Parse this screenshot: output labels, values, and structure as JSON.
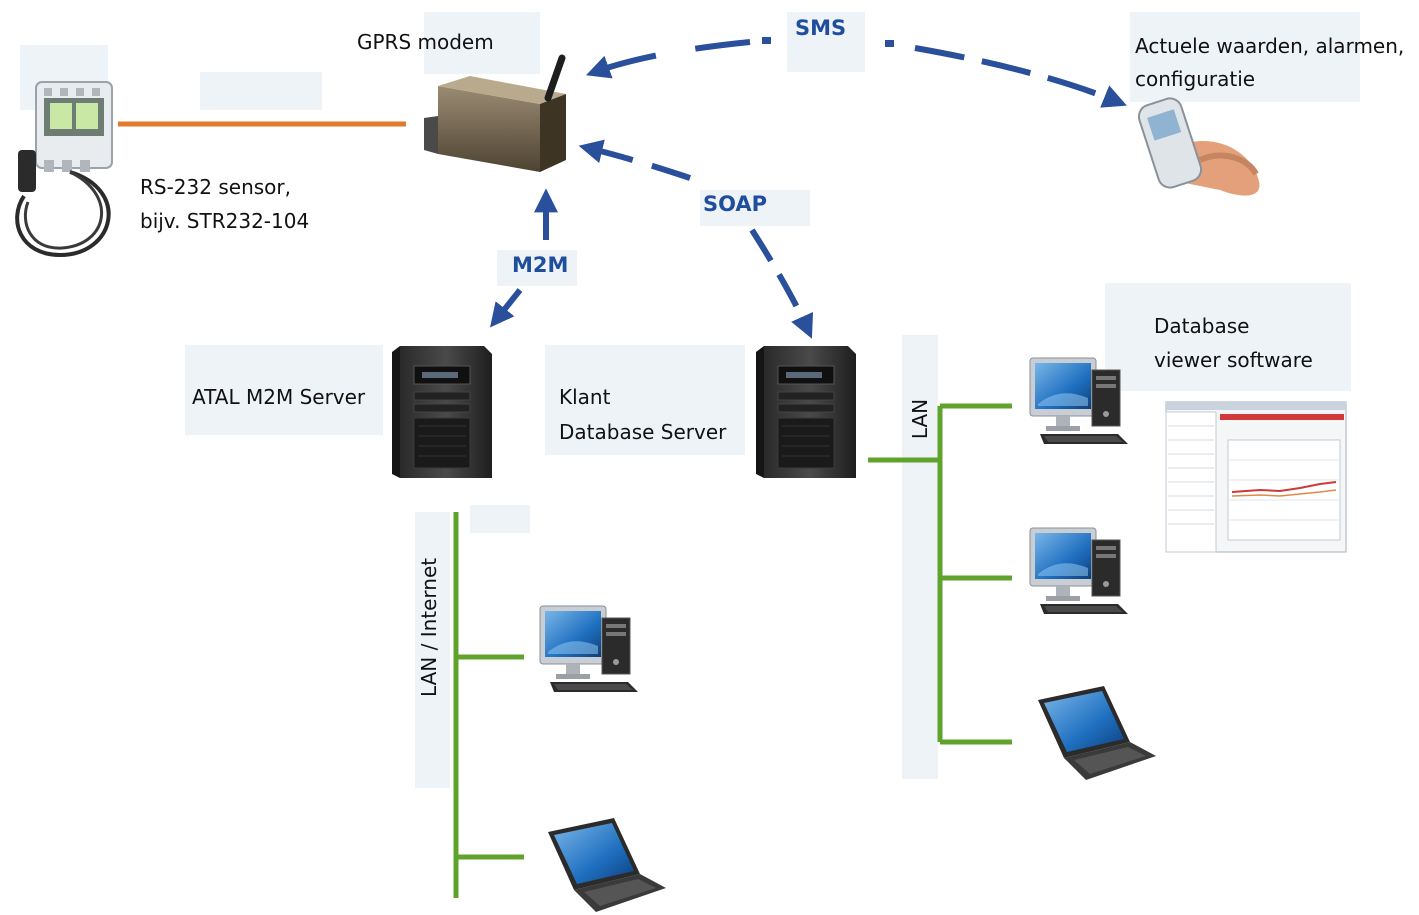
{
  "labels": {
    "gprs_modem": "GPRS modem",
    "sensor_line1": "RS-232 sensor,",
    "sensor_line2": "bijv. STR232-104",
    "phone_line1": "Actuele waarden, alarmen,",
    "phone_line2": "configuratie",
    "atal_server": "ATAL M2M Server",
    "client_line1": "Klant",
    "client_line2": "Database Server",
    "viewer_line1": "Database",
    "viewer_line2": "viewer software",
    "lan_internet": "LAN / Internet",
    "lan": "LAN"
  },
  "connections": {
    "sms": "SMS",
    "soap": "SOAP",
    "m2m": "M2M"
  },
  "icons": {
    "sensor": "sensor-device-icon",
    "modem": "gprs-modem-icon",
    "phone": "mobile-phone-icon",
    "server": "tower-server-icon",
    "desktop": "desktop-computer-icon",
    "laptop": "laptop-icon",
    "software": "database-viewer-screenshot"
  },
  "colors": {
    "arrow": "#2a4f9b",
    "network_line": "#5fa22c",
    "serial_cable": "#e27a2e",
    "tag_text": "#1f4e9c"
  }
}
